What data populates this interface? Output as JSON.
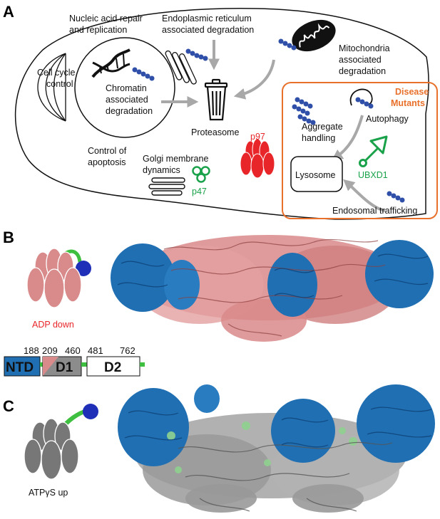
{
  "panel_a": {
    "letter": "A",
    "labels": {
      "nucleic_1": "Nucleic acid repair",
      "nucleic_2": "and replication",
      "er_1": "Endoplasmic reticulum",
      "er_2": "associated degradation",
      "mito_1": "Mitochondria",
      "mito_2": "associated",
      "mito_3": "degradation",
      "cell_1": "Cell cycle",
      "cell_2": "control",
      "chrom_1": "Chromatin",
      "chrom_2": "associated",
      "chrom_3": "degradation",
      "proteasome": "Proteasome",
      "p97": "p97",
      "apop_1": "Control of",
      "apop_2": "apoptosis",
      "golgi_1": "Golgi membrane",
      "golgi_2": "dynamics",
      "p47": "p47",
      "disease_1": "Disease",
      "disease_2": "Mutants",
      "aggregate_1": "Aggregate",
      "aggregate_2": "handling",
      "autophagy": "Autophagy",
      "lysosome": "Lysosome",
      "ubxd1": "UBXD1",
      "endosomal": "Endosomal trafficking"
    }
  },
  "panel_b": {
    "letter": "B",
    "state": "ADP down"
  },
  "domains": {
    "boundaries": [
      "188",
      "209",
      "460",
      "481",
      "762"
    ],
    "ntd": "NTD",
    "d1": "D1",
    "d2": "D2"
  },
  "panel_c": {
    "letter": "C",
    "state": "ATPγS up"
  },
  "colors": {
    "ntd_blue": "#1f6fb2",
    "d1_pink": "#d98a8a",
    "d1_gray": "#8c8c8c",
    "linker_green": "#3fbf3f",
    "red": "#e8262a",
    "green": "#19a24a",
    "orange": "#e8702a",
    "ubiquitin": "#2f4fa8"
  }
}
